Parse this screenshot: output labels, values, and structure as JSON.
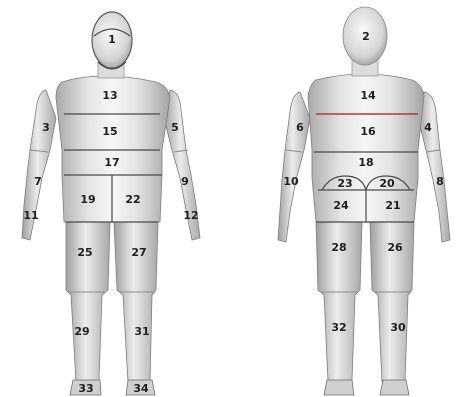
{
  "figures": {
    "front": {
      "zones": [
        {
          "id": "zone-1",
          "label": "1"
        },
        {
          "id": "zone-3",
          "label": "3"
        },
        {
          "id": "zone-5",
          "label": "5"
        },
        {
          "id": "zone-7",
          "label": "7"
        },
        {
          "id": "zone-9",
          "label": "9"
        },
        {
          "id": "zone-11",
          "label": "11"
        },
        {
          "id": "zone-12",
          "label": "12"
        },
        {
          "id": "zone-13",
          "label": "13"
        },
        {
          "id": "zone-15",
          "label": "15"
        },
        {
          "id": "zone-17",
          "label": "17"
        },
        {
          "id": "zone-19",
          "label": "19"
        },
        {
          "id": "zone-22",
          "label": "22"
        },
        {
          "id": "zone-25",
          "label": "25"
        },
        {
          "id": "zone-27",
          "label": "27"
        },
        {
          "id": "zone-29",
          "label": "29"
        },
        {
          "id": "zone-31",
          "label": "31"
        },
        {
          "id": "zone-33",
          "label": "33"
        },
        {
          "id": "zone-34",
          "label": "34"
        }
      ]
    },
    "back": {
      "zones": [
        {
          "id": "zone-2",
          "label": "2"
        },
        {
          "id": "zone-4",
          "label": "4"
        },
        {
          "id": "zone-6",
          "label": "6"
        },
        {
          "id": "zone-8",
          "label": "8"
        },
        {
          "id": "zone-10",
          "label": "10"
        },
        {
          "id": "zone-14",
          "label": "14"
        },
        {
          "id": "zone-16",
          "label": "16"
        },
        {
          "id": "zone-18",
          "label": "18"
        },
        {
          "id": "zone-20",
          "label": "20"
        },
        {
          "id": "zone-21",
          "label": "21"
        },
        {
          "id": "zone-23",
          "label": "23"
        },
        {
          "id": "zone-24",
          "label": "24"
        },
        {
          "id": "zone-26",
          "label": "26"
        },
        {
          "id": "zone-28",
          "label": "28"
        },
        {
          "id": "zone-30",
          "label": "30"
        },
        {
          "id": "zone-32",
          "label": "32"
        }
      ]
    }
  },
  "colors": {
    "skin_light": "#f4f4f4",
    "skin_mid": "#d6d6d6",
    "skin_dark": "#9c9c9c",
    "outline": "#7d7d7d",
    "label": "#1f1f1f",
    "accent_line": "#b23a3a"
  }
}
